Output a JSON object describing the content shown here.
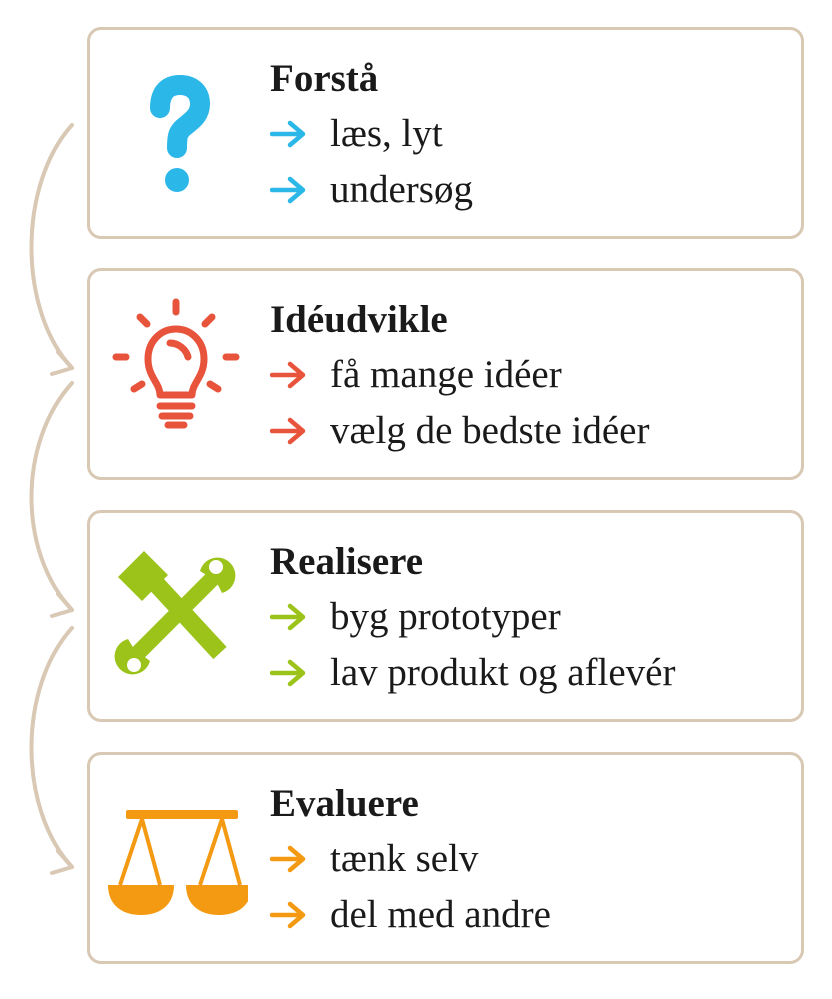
{
  "colors": {
    "border": "#d8c8b4",
    "connector": "#d8c8b4",
    "blue": "#2bb7e8",
    "red": "#e8533c",
    "green": "#9cc31a",
    "orange": "#f39a12"
  },
  "steps": [
    {
      "title": "Forstå",
      "icon": "question-mark-icon",
      "color": "#2bb7e8",
      "items": [
        "læs, lyt",
        "undersøg"
      ]
    },
    {
      "title": "Idéudvikle",
      "icon": "light-bulb-icon",
      "color": "#e8533c",
      "items": [
        "få mange idéer",
        "vælg de bedste idéer"
      ]
    },
    {
      "title": "Realisere",
      "icon": "hammer-wrench-icon",
      "color": "#9cc31a",
      "items": [
        "byg prototyper",
        "lav produkt og aflevér"
      ]
    },
    {
      "title": "Evaluere",
      "icon": "scales-icon",
      "color": "#f39a12",
      "items": [
        "tænk selv",
        "del med andre"
      ]
    }
  ]
}
